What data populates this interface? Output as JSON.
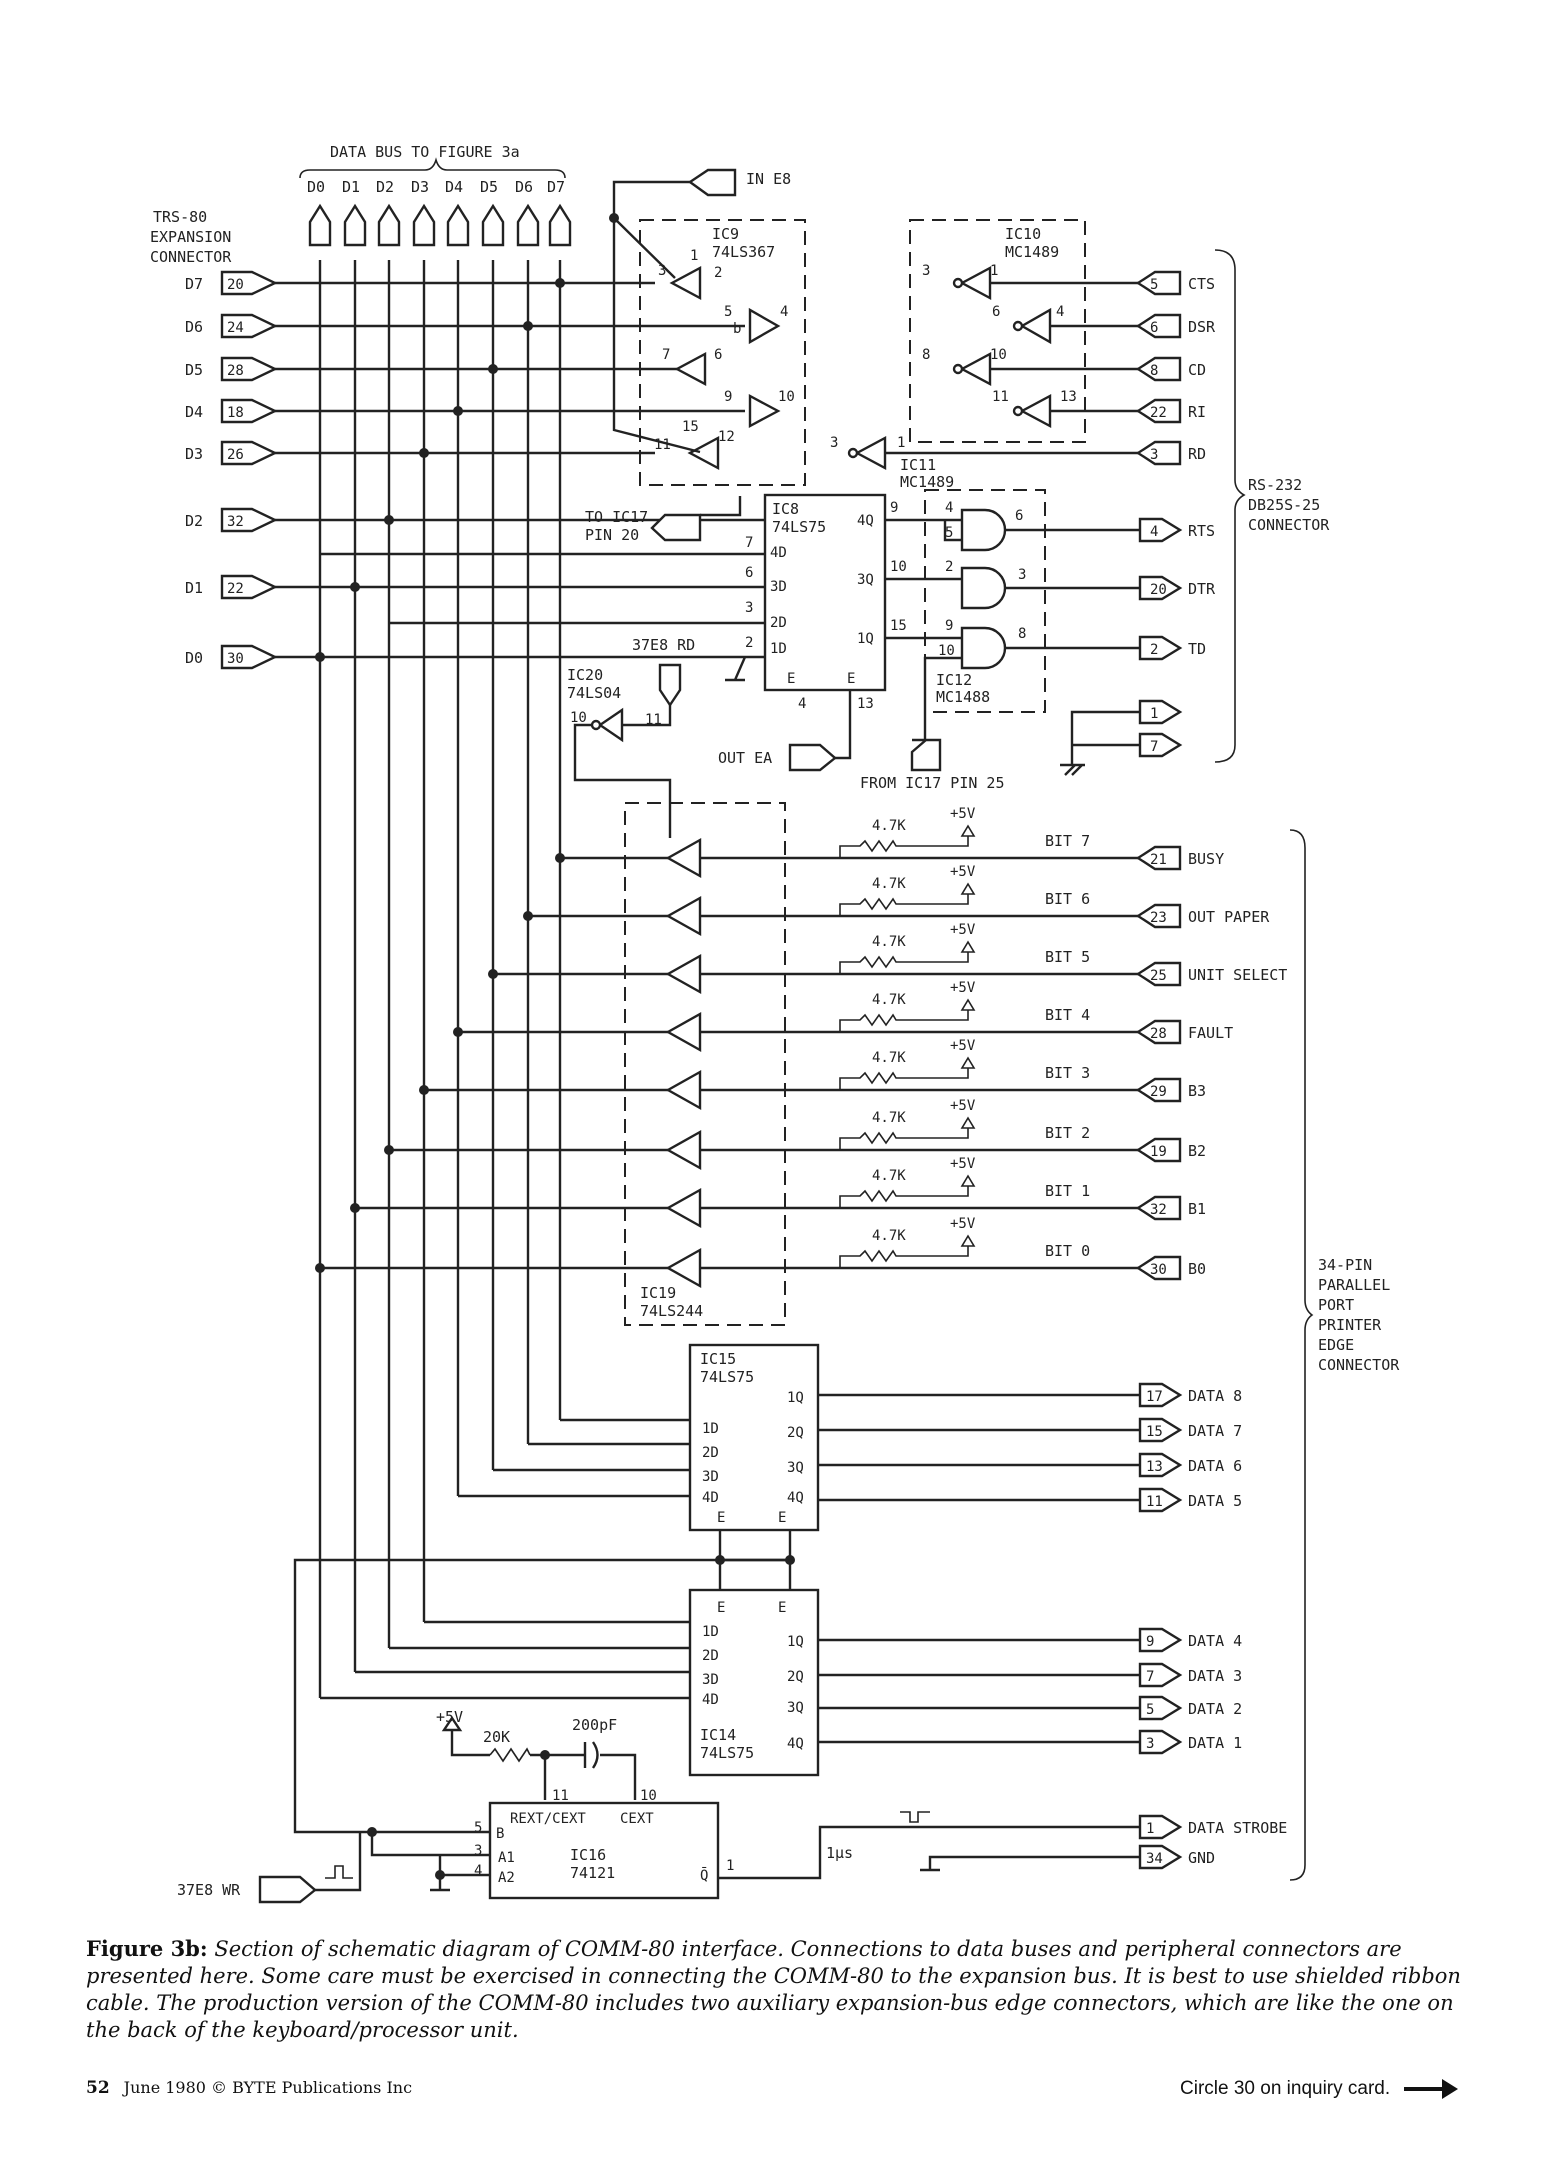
{
  "header": {
    "data_bus_label": "DATA BUS TO FIGURE 3a",
    "bus_bits": [
      "D0",
      "D1",
      "D2",
      "D3",
      "D4",
      "D5",
      "D6",
      "D7"
    ],
    "trs80": [
      "TRS-80",
      "EXPANSION",
      "CONNECTOR"
    ],
    "in_e8": "IN E8",
    "to_ic17": [
      "TO IC17",
      "PIN 20"
    ],
    "rd_37e8": "37E8 RD",
    "out_ea": "OUT EA",
    "from_ic17": "FROM IC17 PIN 25",
    "wr_37e8": "37E8 WR",
    "rs232_brace": [
      "RS-232",
      "DB25S-25",
      "CONNECTOR"
    ],
    "parallel_brace": [
      "34-PIN",
      "PARALLEL",
      "PORT",
      "PRINTER",
      "EDGE",
      "CONNECTOR"
    ]
  },
  "trs_pins": [
    {
      "bit": "D7",
      "pin": "20"
    },
    {
      "bit": "D6",
      "pin": "24"
    },
    {
      "bit": "D5",
      "pin": "28"
    },
    {
      "bit": "D4",
      "pin": "18"
    },
    {
      "bit": "D3",
      "pin": "26"
    },
    {
      "bit": "D2",
      "pin": "32"
    },
    {
      "bit": "D1",
      "pin": "22"
    },
    {
      "bit": "D0",
      "pin": "30"
    }
  ],
  "ics": {
    "ic9": [
      "IC9",
      "74LS367"
    ],
    "ic10": [
      "IC10",
      "MC1489"
    ],
    "ic11": [
      "IC11",
      "MC1489"
    ],
    "ic8": [
      "IC8",
      "74LS75"
    ],
    "ic12": [
      "IC12",
      "MC1488"
    ],
    "ic20": [
      "IC20",
      "74LS04"
    ],
    "ic19": [
      "IC19",
      "74LS244"
    ],
    "ic15": [
      "IC15",
      "74LS75"
    ],
    "ic14": [
      "IC14",
      "74LS75"
    ],
    "ic16": [
      "IC16",
      "74121"
    ]
  },
  "rs232": [
    {
      "pin": "5",
      "name": "CTS"
    },
    {
      "pin": "6",
      "name": "DSR"
    },
    {
      "pin": "8",
      "name": "CD"
    },
    {
      "pin": "22",
      "name": "RI"
    },
    {
      "pin": "3",
      "name": "RD"
    },
    {
      "pin": "4",
      "name": "RTS"
    },
    {
      "pin": "20",
      "name": "DTR"
    },
    {
      "pin": "2",
      "name": "TD"
    },
    {
      "pin": "1",
      "name": ""
    },
    {
      "pin": "7",
      "name": ""
    }
  ],
  "parallel_in": [
    {
      "bit": "BIT 7",
      "pin": "21",
      "name": "BUSY"
    },
    {
      "bit": "BIT 6",
      "pin": "23",
      "name": "OUT PAPER"
    },
    {
      "bit": "BIT 5",
      "pin": "25",
      "name": "UNIT SELECT"
    },
    {
      "bit": "BIT 4",
      "pin": "28",
      "name": "FAULT"
    },
    {
      "bit": "BIT 3",
      "pin": "29",
      "name": "B3"
    },
    {
      "bit": "BIT 2",
      "pin": "19",
      "name": "B2"
    },
    {
      "bit": "BIT 1",
      "pin": "32",
      "name": "B1"
    },
    {
      "bit": "BIT 0",
      "pin": "30",
      "name": "B0"
    }
  ],
  "pullup": {
    "r": "4.7K",
    "v": "+5V"
  },
  "parallel_out": [
    {
      "pin": "17",
      "name": "DATA 8"
    },
    {
      "pin": "15",
      "name": "DATA 7"
    },
    {
      "pin": "13",
      "name": "DATA 6"
    },
    {
      "pin": "11",
      "name": "DATA 5"
    },
    {
      "pin": "9",
      "name": "DATA 4"
    },
    {
      "pin": "7",
      "name": "DATA 3"
    },
    {
      "pin": "5",
      "name": "DATA 2"
    },
    {
      "pin": "3",
      "name": "DATA 1"
    },
    {
      "pin": "1",
      "name": "DATA STROBE"
    },
    {
      "pin": "34",
      "name": "GND"
    }
  ],
  "oneshot": {
    "vcc": "+5V",
    "r": "20K",
    "c": "200pF",
    "pulse": "1µs"
  },
  "caption": {
    "label": "Figure 3b:",
    "text": "Section of schematic diagram of COMM-80 interface. Connections to data buses and peripheral connectors are presented here. Some care must be exercised in connecting the COMM-80 to the expansion bus. It is best to use shielded ribbon cable. The production version of the COMM-80 includes two auxiliary expansion-bus edge connectors, which are like the one on the back of the keyboard/processor unit."
  },
  "footer": {
    "page": "52",
    "pub": "June 1980 © BYTE Publications Inc",
    "circle": "Circle 30 on inquiry card."
  }
}
